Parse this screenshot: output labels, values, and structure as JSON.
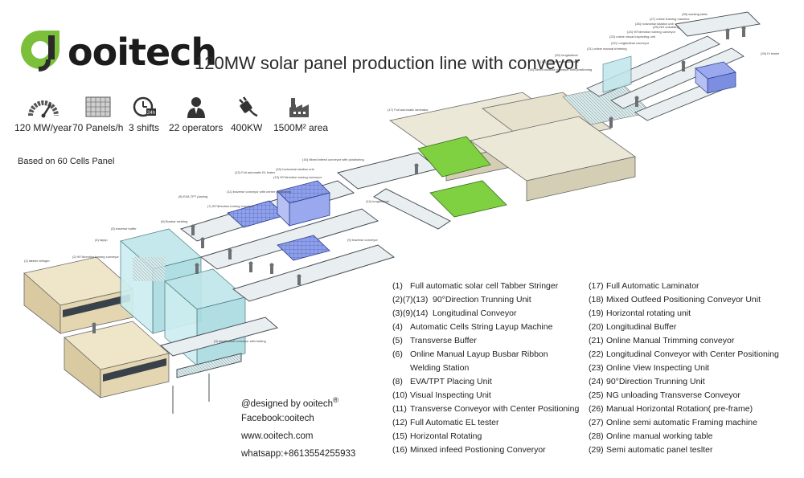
{
  "brand": {
    "logo_letters": "OJ",
    "name": "ooitech"
  },
  "title": "120MW solar panel production line with conveyor",
  "stats": [
    {
      "icon": "speedometer-icon",
      "label": "120 MW/year"
    },
    {
      "icon": "solar-panel-icon",
      "label": "70 Panels/h"
    },
    {
      "icon": "clock-icon",
      "badge": "24h",
      "label": "3 shifts"
    },
    {
      "icon": "operator-icon",
      "label": "22 operators"
    },
    {
      "icon": "power-plug-icon",
      "label": "400KW"
    },
    {
      "icon": "factory-icon",
      "label": "1500M² area"
    }
  ],
  "basis": "Based on 60 Cells Panel",
  "legend_left": [
    {
      "num": "(1)",
      "text": "Full automatic solar cell Tabber Stringer"
    },
    {
      "num": "(2)(7)(13)",
      "text": "90°Direction Trunning Unit"
    },
    {
      "num": "(3)(9)(14)",
      "text": "Longitudinal Conveyor"
    },
    {
      "num": "(4)",
      "text": "Automatic Cells String Layup Machine"
    },
    {
      "num": "(5)",
      "text": "Transverse Buffer"
    },
    {
      "num": "(6)",
      "text": "Online Manual Layup Busbar Ribbon"
    },
    {
      "num": "",
      "text": "Welding  Station"
    },
    {
      "num": "(8)",
      "text": "EVA/TPT Placing Unit"
    },
    {
      "num": "(10)",
      "text": "Visual Inspecting Unit"
    },
    {
      "num": "(11)",
      "text": "Transverse Conveyor with Center Positioning"
    },
    {
      "num": "(12)",
      "text": "Full Automatic EL tester"
    },
    {
      "num": "(15)",
      "text": "Horizontal Rotating"
    },
    {
      "num": "(16)",
      "text": "Minxed infeed Postioning Converyor"
    }
  ],
  "legend_right": [
    {
      "num": "(17)",
      "text": "Full Automatic Laminator"
    },
    {
      "num": "(18)",
      "text": "Mixed Outfeed Positioning Conveyor Unit"
    },
    {
      "num": "(19)",
      "text": "Horizontal rotating unit"
    },
    {
      "num": "(20)",
      "text": "Longitudinal Buffer"
    },
    {
      "num": "(21)",
      "text": "Online Manual Trimming conveyor"
    },
    {
      "num": "(22)",
      "text": "Longitudinal  Conveyor with Center Positioning"
    },
    {
      "num": "(23)",
      "text": "Online View Inspecting Unit"
    },
    {
      "num": "(24)",
      "text": "90°Direction Trunning Unit"
    },
    {
      "num": "(25)",
      "text": "NG unloading Transverse Conveyor"
    },
    {
      "num": "(26)",
      "text": "Manual Horizontal Rotation( pre-frame)"
    },
    {
      "num": "(27)",
      "text": "Online semi  automatic Framing machine"
    },
    {
      "num": "(28)",
      "text": "Online manual working table"
    },
    {
      "num": "(29)",
      "text": "Semi automatic panel teslter"
    }
  ],
  "contact": {
    "designed_by": "@designed by ooitech",
    "registered_mark": "®",
    "facebook": "Facebook:ooitech",
    "website": "www.ooitech.com",
    "whatsapp": "whatsapp:+8613554255933"
  },
  "callouts": [
    "(1) tabber stringer",
    "(2) 90°direction turning conveyor",
    "(4) layup",
    "(5) traverse buffer",
    "(6) Busbar welding",
    "(8) EVA,TPT placing",
    "(7) 90°direction turning conveyor",
    "(9) traverse conveyor",
    "(3) longitudinal conveyor with folding",
    "(12) Full automatic EL tester",
    "(11) traverse conveyor with center positioning",
    "(13) 90°direction turning conveyor",
    "(14) longitudinal",
    "(15) horizontal rotation unit",
    "(16) Mixed infeed conveyor with positioning",
    "(17) Full automatic laminator",
    "(18) Mixed outfeed conveyor with positioning",
    "(19) horizontal rotation unit",
    "(20) longitudinal",
    "(21) online manual trimming",
    "(22) Longitudinal conveyor",
    "(23) online visual inspecting unit",
    "(24) 90°direction turning conveyor",
    "(25) NG unloading",
    "(26) horizontal rotation unit",
    "(27) online framing machine",
    "(28) working table",
    "(29) IV tester"
  ],
  "colors": {
    "brand_green": "#7bbf3a",
    "machine_beige": "#e8dcb8",
    "glass_cyan": "#bfe6ea",
    "panel_blue": "#7c8ee0",
    "laminate_green": "#7fd142",
    "frame_gray": "#5a6068"
  }
}
